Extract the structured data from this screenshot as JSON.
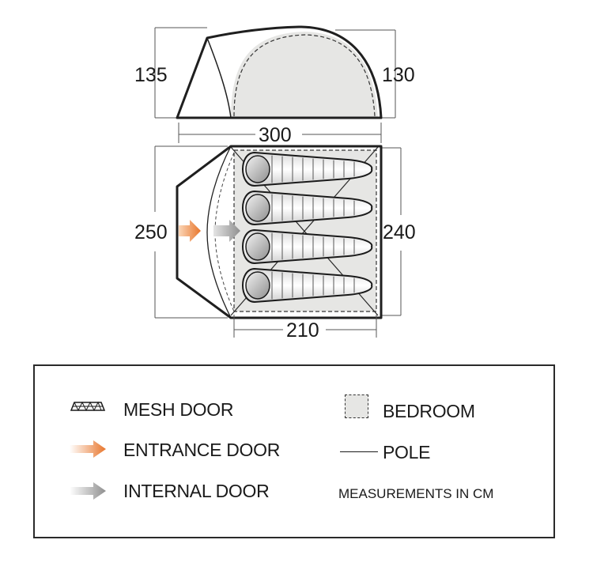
{
  "dimensions": {
    "height_entrance": "135",
    "height_bedroom": "130",
    "length_total": "300",
    "width_entrance": "250",
    "width_bedroom": "240",
    "length_bedroom": "210"
  },
  "legend": {
    "mesh_door": "MESH DOOR",
    "entrance_door": "ENTRANCE DOOR",
    "internal_door": "INTERNAL DOOR",
    "bedroom": "BEDROOM",
    "pole": "POLE",
    "units_note": "MEASUREMENTS IN CM"
  },
  "colors": {
    "entrance_arrow": "#e8762c",
    "internal_arrow": "#8f8f8f",
    "bedroom_fill": "#e6e6e4",
    "outline": "#2a2a2a"
  },
  "sleeping_bags": 4
}
